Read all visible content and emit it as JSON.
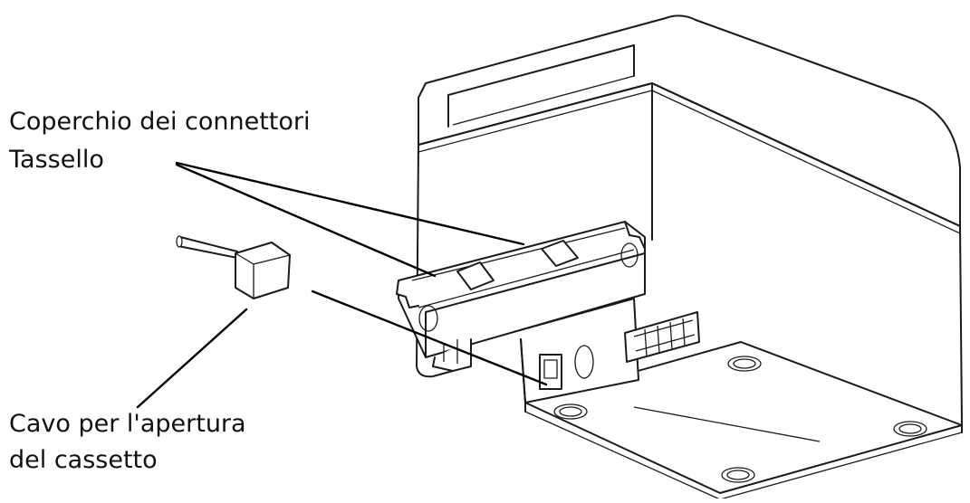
{
  "labels": {
    "connector_cover": "Coperchio dei connettori",
    "dowel": "Tassello",
    "cable_line1": "Cavo per l'apertura",
    "cable_line2": "del cassetto"
  },
  "colors": {
    "background": "#ffffff",
    "ink": "#1a1a1a"
  }
}
